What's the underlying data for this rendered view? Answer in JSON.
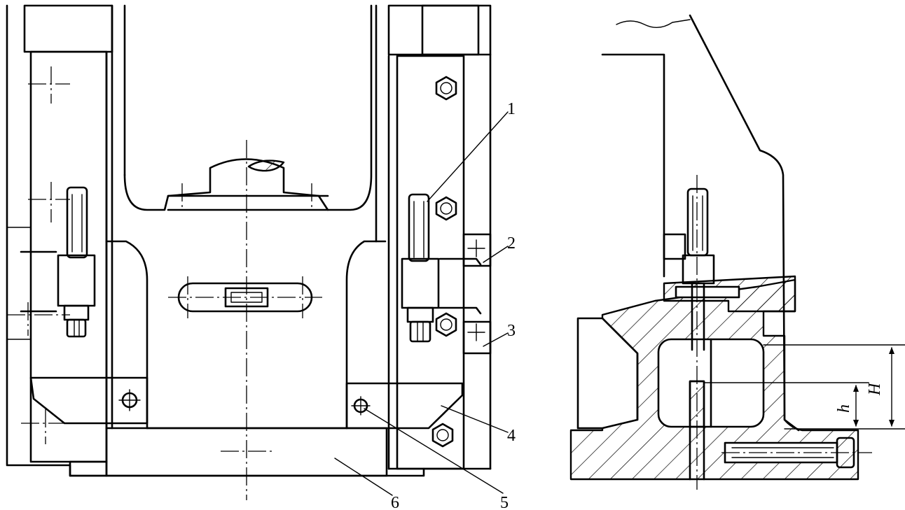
{
  "labels": {
    "part_1": "1",
    "part_2": "2",
    "part_3": "3",
    "part_4": "4",
    "part_5": "5",
    "part_6": "6"
  },
  "dimensions": {
    "overall_height": "H",
    "partial_height": "h"
  },
  "colors": {
    "line": "#000000",
    "background": "#ffffff"
  }
}
